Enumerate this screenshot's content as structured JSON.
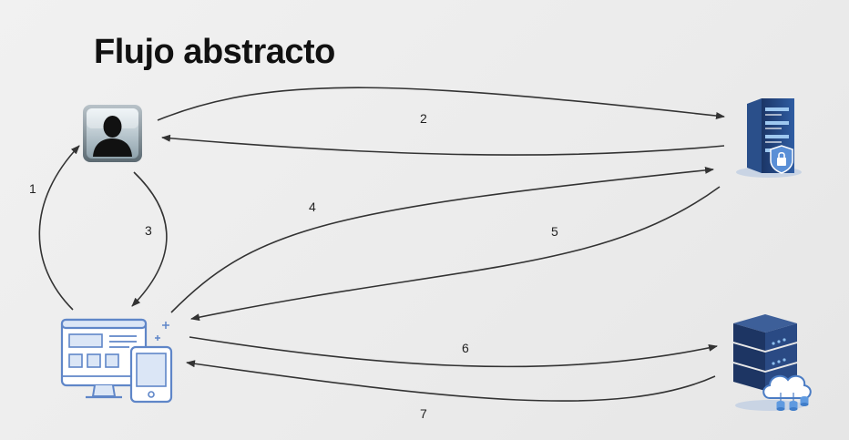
{
  "title": "Flujo abstracto",
  "nodes": {
    "user": {
      "icon": "user-avatar-icon"
    },
    "auth_server": {
      "icon": "secure-server-icon"
    },
    "client_app": {
      "icon": "web-and-mobile-app-icon"
    },
    "resource_server": {
      "icon": "cloud-database-server-icon"
    }
  },
  "steps": [
    "1",
    "2",
    "3",
    "4",
    "5",
    "6",
    "7"
  ],
  "colors": {
    "arrow": "#333333",
    "server_dark": "#1e3a6e",
    "server_light": "#3a78c2",
    "device_outline": "#5f86c8",
    "device_fill": "#dbe6f6"
  }
}
